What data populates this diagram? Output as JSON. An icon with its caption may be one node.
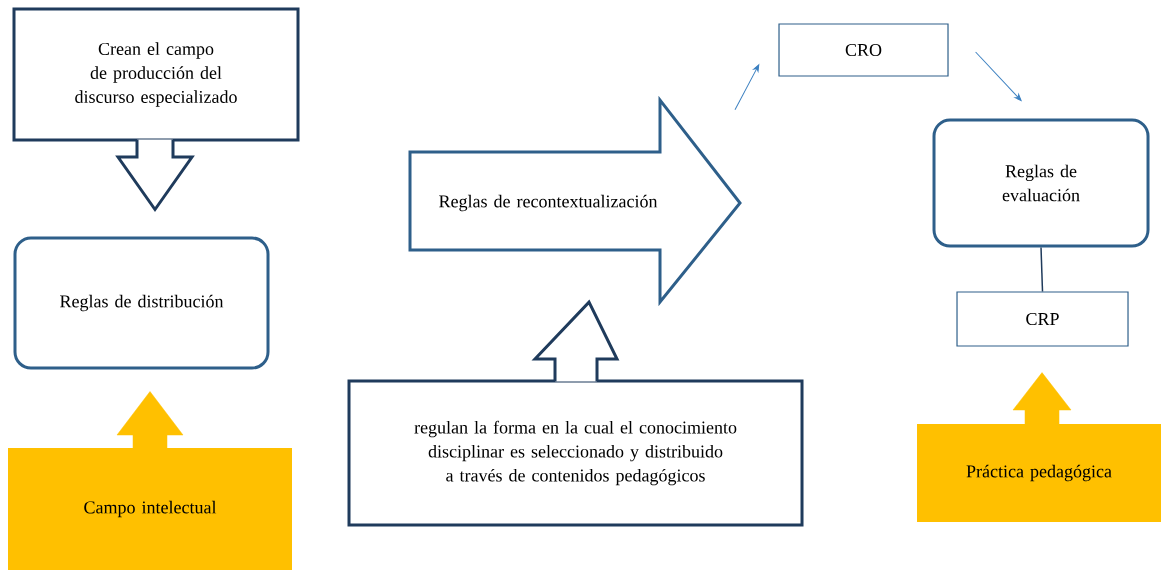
{
  "diagram": {
    "nodes": [
      {
        "text": [
          "Crean el campo de producción del discurso especializado"
        ]
      },
      {
        "text": [
          "Reglas de distribución"
        ]
      },
      {
        "text": [
          "Campo intelectual"
        ]
      },
      {
        "text": [
          "Reglas de recontextualización"
        ]
      },
      {
        "text": [
          "regulan la forma en la cual el conocimiento disciplinar es seleccionado y distribuido a través de contenidos pedagógicos"
        ]
      },
      {
        "text": [
          "CRO"
        ]
      },
      {
        "text": [
          "Reglas de evaluación"
        ]
      },
      {
        "text": [
          "CRP"
        ]
      },
      {
        "text": [
          "Práctica pedagógica"
        ]
      }
    ],
    "edges": [
      {
        "from": 0,
        "to": 1,
        "arrow": "to"
      },
      {
        "from": 2,
        "to": 1,
        "arrow": "to",
        "color": "#ffc000"
      },
      {
        "from": 4,
        "to": 3,
        "arrow": "to"
      },
      {
        "from": 3,
        "to": 5,
        "arrow": "to",
        "color": "#3a7fc0"
      },
      {
        "from": 5,
        "to": 6,
        "arrow": "to",
        "color": "#3a7fc0"
      },
      {
        "from": 6,
        "to": 7,
        "arrow": "none",
        "color": "#1f3b5c"
      },
      {
        "from": 8,
        "to": 7,
        "arrow": "to",
        "color": "#ffc000"
      }
    ]
  }
}
